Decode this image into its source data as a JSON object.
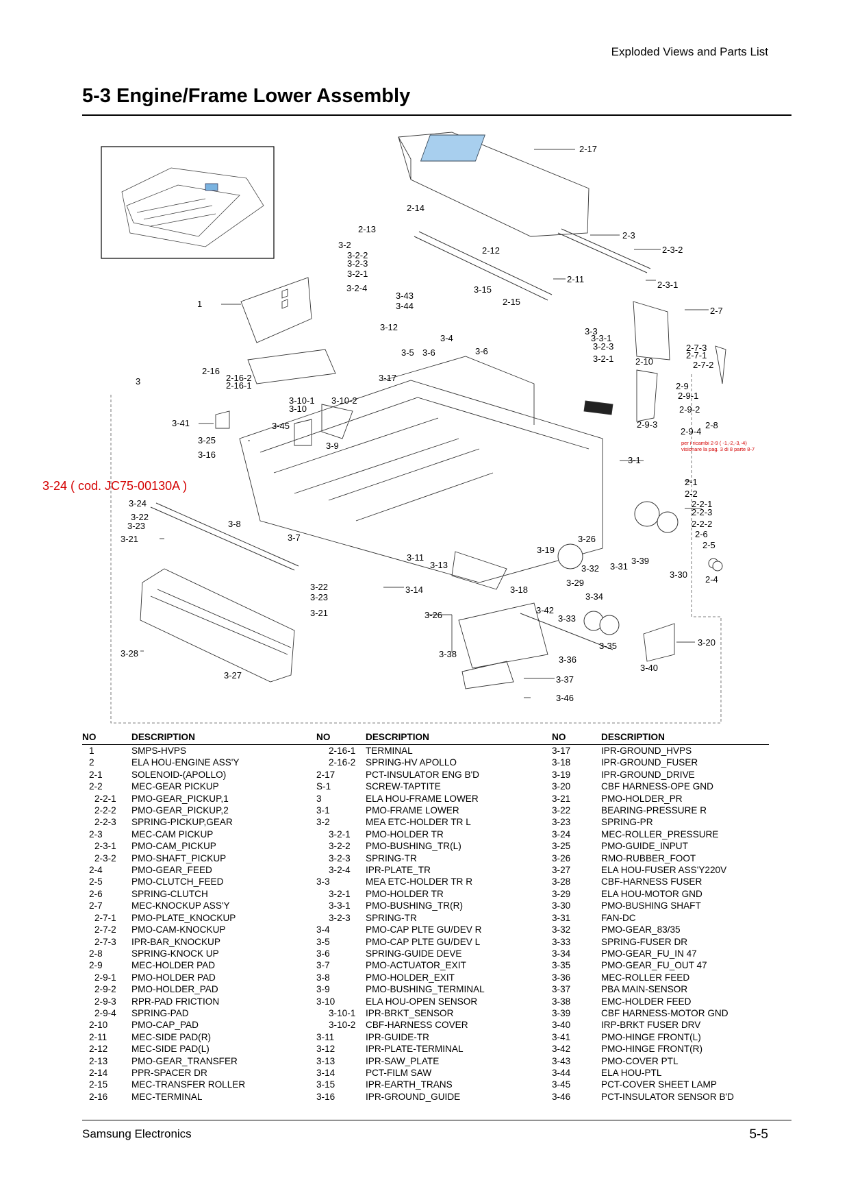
{
  "header": {
    "section_title": "Exploded Views and Parts List"
  },
  "page_title": "5-3  Engine/Frame Lower Assembly",
  "diagram": {
    "labels": [
      "2-17",
      "2-14",
      "2-13",
      "2-3",
      "2-3-2",
      "3-2",
      "3-2-2",
      "3-2-3",
      "2-12",
      "3-2-1",
      "2-11",
      "2-3-1",
      "3-2-4",
      "3-43",
      "3-15",
      "3-44",
      "2-15",
      "1",
      "2-7",
      "3-12",
      "3-3",
      "3-3-1",
      "3-4",
      "3-2-3",
      "2-7-3",
      "3-5",
      "3-6",
      "3-6",
      "2-7-1",
      "3-2-1",
      "2-10",
      "2-7-2",
      "2-16",
      "2-16-2",
      "2-16-1",
      "3-17",
      "3",
      "2-9",
      "2-9-1",
      "3-10-1",
      "3-10-2",
      "3-10",
      "2-9-2",
      "3-41",
      "3-45",
      "2-9-3",
      "2-9-4",
      "2-8",
      "3-25",
      "3-9",
      "3-16",
      "3-1",
      "2-1",
      "2-2",
      "3-24",
      "2-2-1",
      "2-2-3",
      "3-22",
      "3-23",
      "3-8",
      "2-2-2",
      "2-6",
      "3-7",
      "3-21",
      "3-26",
      "2-5",
      "3-19",
      "3-11",
      "3-39",
      "3-13",
      "3-32",
      "3-31",
      "3-30",
      "2-4",
      "3-29",
      "3-22",
      "3-23",
      "3-14",
      "3-18",
      "3-34",
      "3-42",
      "3-21",
      "3-33",
      "3-26",
      "3-35",
      "3-20",
      "3-28",
      "3-38",
      "3-36",
      "3-40",
      "3-27",
      "3-37",
      "3-46"
    ],
    "red_callout": "3-24 ( cod. JC75-00130A )",
    "red_note_line1": "per i ricambi 2-9 ( -1,-2,-3,-4)",
    "red_note_line2": "visionare   la pag. 3 di 8 parte 8-7"
  },
  "table": {
    "headers": [
      "NO",
      "DESCRIPTION",
      "NO",
      "DESCRIPTION",
      "NO",
      "DESCRIPTION"
    ],
    "rows": [
      [
        " 1",
        "SMPS-HVPS",
        "2-16-1",
        "TERMINAL",
        "3-17",
        "IPR-GROUND_HVPS"
      ],
      [
        " 2",
        "ELA HOU-ENGINE ASS'Y",
        "2-16-2",
        "SPRING-HV APOLLO",
        "3-18",
        "IPR-GROUND_FUSER"
      ],
      [
        "2-1",
        "SOLENOID-(APOLLO)",
        "2-17",
        "PCT-INSULATOR ENG B'D",
        "3-19",
        "IPR-GROUND_DRIVE"
      ],
      [
        "2-2",
        "MEC-GEAR PICKUP",
        "S-1",
        "SCREW-TAPTITE",
        "3-20",
        "CBF HARNESS-OPE GND"
      ],
      [
        "2-2-1",
        "PMO-GEAR_PICKUP,1",
        "3",
        "ELA HOU-FRAME LOWER",
        "3-21",
        "PMO-HOLDER_PR"
      ],
      [
        "2-2-2",
        "PMO-GEAR_PICKUP,2",
        "3-1",
        "PMO-FRAME LOWER",
        "3-22",
        "BEARING-PRESSURE R"
      ],
      [
        "2-2-3",
        "SPRING-PICKUP,GEAR",
        "3-2",
        "MEA ETC-HOLDER TR L",
        "3-23",
        "SPRING-PR"
      ],
      [
        "2-3",
        "MEC-CAM PICKUP",
        "3-2-1",
        "PMO-HOLDER TR",
        "3-24",
        "MEC-ROLLER_PRESSURE"
      ],
      [
        "2-3-1",
        "PMO-CAM_PICKUP",
        "3-2-2",
        "PMO-BUSHING_TR(L)",
        "3-25",
        "PMO-GUIDE_INPUT"
      ],
      [
        "2-3-2",
        "PMO-SHAFT_PICKUP",
        "3-2-3",
        "SPRING-TR",
        "3-26",
        "RMO-RUBBER_FOOT"
      ],
      [
        "2-4",
        "PMO-GEAR_FEED",
        "3-2-4",
        "IPR-PLATE_TR",
        "3-27",
        "ELA HOU-FUSER ASS'Y220V"
      ],
      [
        "2-5",
        "PMO-CLUTCH_FEED",
        "3-3",
        "MEA ETC-HOLDER TR R",
        "3-28",
        "CBF-HARNESS FUSER"
      ],
      [
        "2-6",
        "SPRING-CLUTCH",
        "3-2-1",
        "PMO-HOLDER TR",
        "3-29",
        "ELA HOU-MOTOR GND"
      ],
      [
        "2-7",
        "MEC-KNOCKUP ASS'Y",
        "3-3-1",
        "PMO-BUSHING_TR(R)",
        "3-30",
        "PMO-BUSHING SHAFT"
      ],
      [
        "2-7-1",
        "PMO-PLATE_KNOCKUP",
        "3-2-3",
        "SPRING-TR",
        "3-31",
        "FAN-DC"
      ],
      [
        "2-7-2",
        "PMO-CAM-KNOCKUP",
        "3-4",
        "PMO-CAP PLTE GU/DEV R",
        "3-32",
        "PMO-GEAR_83/35"
      ],
      [
        "2-7-3",
        "IPR-BAR_KNOCKUP",
        "3-5",
        "PMO-CAP PLTE GU/DEV L",
        "3-33",
        "SPRING-FUSER DR"
      ],
      [
        "2-8",
        "SPRING-KNOCK UP",
        "3-6",
        "SPRING-GUIDE DEVE",
        "3-34",
        "PMO-GEAR_FU_IN 47"
      ],
      [
        "2-9",
        "MEC-HOLDER PAD",
        "3-7",
        "PMO-ACTUATOR_EXIT",
        "3-35",
        "PMO-GEAR_FU_OUT 47"
      ],
      [
        "2-9-1",
        "PMO-HOLDER PAD",
        "3-8",
        "PMO-HOLDER_EXIT",
        "3-36",
        "MEC-ROLLER FEED"
      ],
      [
        "2-9-2",
        "PMO-HOLDER_PAD",
        "3-9",
        "PMO-BUSHING_TERMINAL",
        "3-37",
        "PBA MAIN-SENSOR"
      ],
      [
        "2-9-3",
        "RPR-PAD FRICTION",
        "3-10",
        "ELA HOU-OPEN SENSOR",
        "3-38",
        "EMC-HOLDER FEED"
      ],
      [
        "2-9-4",
        "SPRING-PAD",
        "3-10-1",
        "IPR-BRKT_SENSOR",
        "3-39",
        "CBF HARNESS-MOTOR GND"
      ],
      [
        "2-10",
        "PMO-CAP_PAD",
        "3-10-2",
        "CBF-HARNESS COVER",
        "3-40",
        "IRP-BRKT FUSER DRV"
      ],
      [
        "2-11",
        "MEC-SIDE PAD(R)",
        "3-11",
        "IPR-GUIDE-TR",
        "3-41",
        "PMO-HINGE FRONT(L)"
      ],
      [
        "2-12",
        "MEC-SIDE PAD(L)",
        "3-12",
        "IPR-PLATE-TERMINAL",
        "3-42",
        "PMO-HINGE FRONT(R)"
      ],
      [
        "2-13",
        "PMO-GEAR_TRANSFER",
        "3-13",
        "IPR-SAW_PLATE",
        "3-43",
        "PMO-COVER PTL"
      ],
      [
        "2-14",
        "PPR-SPACER DR",
        "3-14",
        "PCT-FILM SAW",
        "3-44",
        "ELA HOU-PTL"
      ],
      [
        "2-15",
        "MEC-TRANSFER ROLLER",
        "3-15",
        "IPR-EARTH_TRANS",
        "3-45",
        "PCT-COVER SHEET LAMP"
      ],
      [
        "2-16",
        "MEC-TERMINAL",
        "3-16",
        "IPR-GROUND_GUIDE",
        "3-46",
        "PCT-INSULATOR SENSOR B'D"
      ]
    ]
  },
  "footer": {
    "company": "Samsung Electronics",
    "page_number": "5-5"
  }
}
